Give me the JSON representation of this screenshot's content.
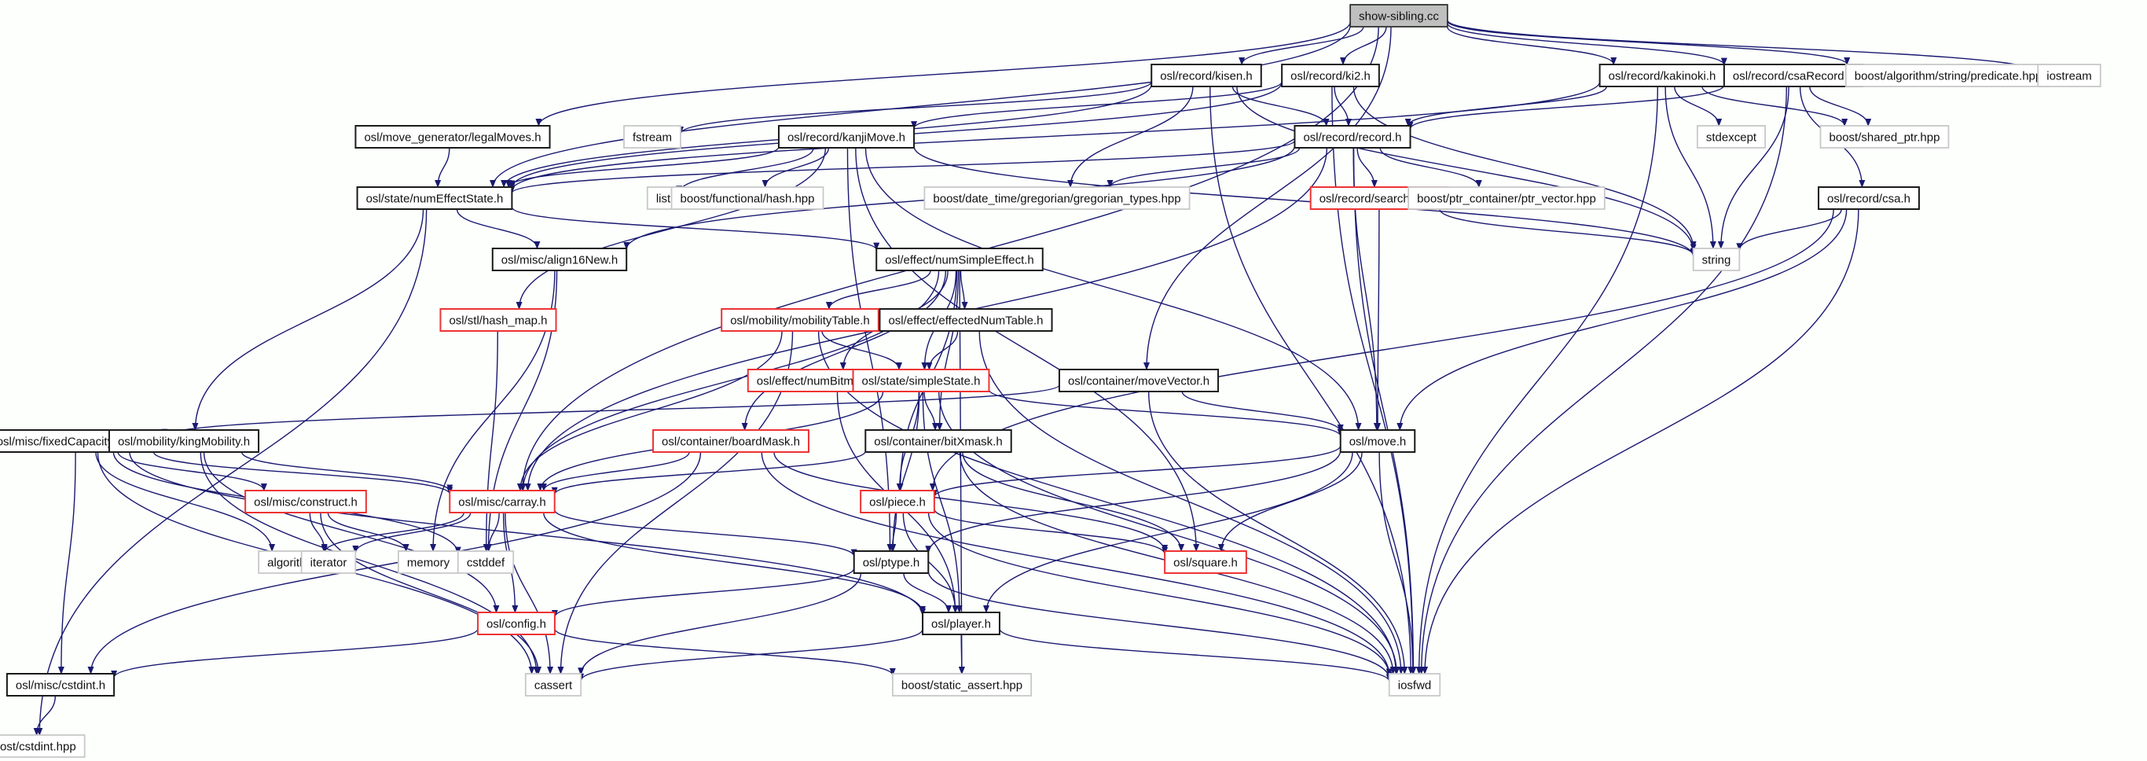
{
  "title": "show-sibling.cc",
  "colors": {
    "edge": "#191970",
    "root_fill": "#bfbfbf",
    "local_border": "#1a1a1a",
    "truncated_border": "#ee3333",
    "external_border": "#c8c8c8"
  },
  "nodes": [
    {
      "id": "root",
      "label": "show-sibling.cc",
      "kind": "root"
    },
    {
      "id": "kisen",
      "label": "osl/record/kisen.h",
      "kind": "local"
    },
    {
      "id": "ki2",
      "label": "osl/record/ki2.h",
      "kind": "local"
    },
    {
      "id": "kakinoki",
      "label": "osl/record/kakinoki.h",
      "kind": "local"
    },
    {
      "id": "csaRecord",
      "label": "osl/record/csaRecord.h",
      "kind": "local"
    },
    {
      "id": "predicate",
      "label": "boost/algorithm/string/predicate.hpp",
      "kind": "external"
    },
    {
      "id": "iostream",
      "label": "iostream",
      "kind": "external"
    },
    {
      "id": "legalMoves",
      "label": "osl/move_generator/legalMoves.h",
      "kind": "local"
    },
    {
      "id": "fstream",
      "label": "fstream",
      "kind": "external"
    },
    {
      "id": "kanjiMove",
      "label": "osl/record/kanjiMove.h",
      "kind": "local"
    },
    {
      "id": "record",
      "label": "osl/record/record.h",
      "kind": "local"
    },
    {
      "id": "stdexcept",
      "label": "stdexcept",
      "kind": "external"
    },
    {
      "id": "shared_ptr",
      "label": "boost/shared_ptr.hpp",
      "kind": "external"
    },
    {
      "id": "numEffectState",
      "label": "osl/state/numEffectState.h",
      "kind": "local"
    },
    {
      "id": "list",
      "label": "list",
      "kind": "external"
    },
    {
      "id": "hash",
      "label": "boost/functional/hash.hpp",
      "kind": "external"
    },
    {
      "id": "gregorian",
      "label": "boost/date_time/gregorian/gregorian_types.hpp",
      "kind": "external"
    },
    {
      "id": "searchInfo",
      "label": "osl/record/searchInfo.h",
      "kind": "truncated"
    },
    {
      "id": "ptr_vector",
      "label": "boost/ptr_container/ptr_vector.hpp",
      "kind": "external"
    },
    {
      "id": "csa",
      "label": "osl/record/csa.h",
      "kind": "local"
    },
    {
      "id": "string",
      "label": "string",
      "kind": "external"
    },
    {
      "id": "align16New",
      "label": "osl/misc/align16New.h",
      "kind": "local"
    },
    {
      "id": "numSimpleEffect",
      "label": "osl/effect/numSimpleEffect.h",
      "kind": "local"
    },
    {
      "id": "hash_map",
      "label": "osl/stl/hash_map.h",
      "kind": "truncated"
    },
    {
      "id": "mobilityTable",
      "label": "osl/mobility/mobilityTable.h",
      "kind": "truncated"
    },
    {
      "id": "effectedNumTable",
      "label": "osl/effect/effectedNumTable.h",
      "kind": "local"
    },
    {
      "id": "numBitmapEffect",
      "label": "osl/effect/numBitmapEffect.h",
      "kind": "truncated"
    },
    {
      "id": "simpleState",
      "label": "osl/state/simpleState.h",
      "kind": "truncated"
    },
    {
      "id": "moveVector",
      "label": "osl/container/moveVector.h",
      "kind": "local"
    },
    {
      "id": "fixedCapacityVector",
      "label": "osl/misc/fixedCapacityVector.h",
      "kind": "local"
    },
    {
      "id": "kingMobility",
      "label": "osl/mobility/kingMobility.h",
      "kind": "local"
    },
    {
      "id": "boardMask",
      "label": "osl/container/boardMask.h",
      "kind": "truncated"
    },
    {
      "id": "bitXmask",
      "label": "osl/container/bitXmask.h",
      "kind": "local"
    },
    {
      "id": "move",
      "label": "osl/move.h",
      "kind": "local"
    },
    {
      "id": "construct",
      "label": "osl/misc/construct.h",
      "kind": "truncated"
    },
    {
      "id": "carray",
      "label": "osl/misc/carray.h",
      "kind": "truncated"
    },
    {
      "id": "piece",
      "label": "osl/piece.h",
      "kind": "truncated"
    },
    {
      "id": "square",
      "label": "osl/square.h",
      "kind": "truncated"
    },
    {
      "id": "algorithm",
      "label": "algorithm",
      "kind": "external"
    },
    {
      "id": "iterator",
      "label": "iterator",
      "kind": "external"
    },
    {
      "id": "memory",
      "label": "memory",
      "kind": "external"
    },
    {
      "id": "cstddef",
      "label": "cstddef",
      "kind": "external"
    },
    {
      "id": "ptype",
      "label": "osl/ptype.h",
      "kind": "local"
    },
    {
      "id": "config",
      "label": "osl/config.h",
      "kind": "truncated"
    },
    {
      "id": "player",
      "label": "osl/player.h",
      "kind": "local"
    },
    {
      "id": "cstdint_h",
      "label": "osl/misc/cstdint.h",
      "kind": "local"
    },
    {
      "id": "cassert",
      "label": "cassert",
      "kind": "external"
    },
    {
      "id": "static_assert",
      "label": "boost/static_assert.hpp",
      "kind": "external"
    },
    {
      "id": "iosfwd",
      "label": "iosfwd",
      "kind": "external"
    },
    {
      "id": "cstdint_hpp",
      "label": "boost/cstdint.hpp",
      "kind": "external"
    }
  ],
  "edges": [
    [
      "root",
      "kisen"
    ],
    [
      "root",
      "ki2"
    ],
    [
      "root",
      "kakinoki"
    ],
    [
      "root",
      "csaRecord"
    ],
    [
      "root",
      "predicate"
    ],
    [
      "root",
      "iostream"
    ],
    [
      "root",
      "legalMoves"
    ],
    [
      "root",
      "numEffectState"
    ],
    [
      "root",
      "carray"
    ],
    [
      "root",
      "moveVector"
    ],
    [
      "kisen",
      "record"
    ],
    [
      "kisen",
      "numEffectState"
    ],
    [
      "kisen",
      "fstream"
    ],
    [
      "kisen",
      "gregorian"
    ],
    [
      "kisen",
      "string"
    ],
    [
      "kisen",
      "iosfwd"
    ],
    [
      "ki2",
      "record"
    ],
    [
      "ki2",
      "kanjiMove"
    ],
    [
      "ki2",
      "numEffectState"
    ],
    [
      "ki2",
      "string"
    ],
    [
      "ki2",
      "iosfwd"
    ],
    [
      "kakinoki",
      "record"
    ],
    [
      "kakinoki",
      "numEffectState"
    ],
    [
      "kakinoki",
      "stdexcept"
    ],
    [
      "kakinoki",
      "shared_ptr"
    ],
    [
      "kakinoki",
      "string"
    ],
    [
      "kakinoki",
      "iosfwd"
    ],
    [
      "csaRecord",
      "record"
    ],
    [
      "csaRecord",
      "csa"
    ],
    [
      "csaRecord",
      "shared_ptr"
    ],
    [
      "csaRecord",
      "string"
    ],
    [
      "csaRecord",
      "iosfwd"
    ],
    [
      "legalMoves",
      "numEffectState"
    ],
    [
      "kanjiMove",
      "numEffectState"
    ],
    [
      "kanjiMove",
      "list"
    ],
    [
      "kanjiMove",
      "hash"
    ],
    [
      "kanjiMove",
      "hash_map"
    ],
    [
      "kanjiMove",
      "string"
    ],
    [
      "kanjiMove",
      "move"
    ],
    [
      "kanjiMove",
      "ptype"
    ],
    [
      "kanjiMove",
      "square"
    ],
    [
      "record",
      "numEffectState"
    ],
    [
      "record",
      "gregorian"
    ],
    [
      "record",
      "searchInfo"
    ],
    [
      "record",
      "ptr_vector"
    ],
    [
      "record",
      "align16New"
    ],
    [
      "record",
      "carray"
    ],
    [
      "record",
      "move"
    ],
    [
      "record",
      "iosfwd"
    ],
    [
      "searchInfo",
      "string"
    ],
    [
      "searchInfo",
      "move"
    ],
    [
      "csa",
      "string"
    ],
    [
      "csa",
      "move"
    ],
    [
      "csa",
      "piece"
    ],
    [
      "csa",
      "iosfwd"
    ],
    [
      "numEffectState",
      "numSimpleEffect"
    ],
    [
      "numEffectState",
      "align16New"
    ],
    [
      "numEffectState",
      "kingMobility"
    ],
    [
      "numEffectState",
      "cstdint_hpp"
    ],
    [
      "align16New",
      "memory"
    ],
    [
      "align16New",
      "cstddef"
    ],
    [
      "numSimpleEffect",
      "mobilityTable"
    ],
    [
      "numSimpleEffect",
      "effectedNumTable"
    ],
    [
      "numSimpleEffect",
      "numBitmapEffect"
    ],
    [
      "numSimpleEffect",
      "simpleState"
    ],
    [
      "numSimpleEffect",
      "boardMask"
    ],
    [
      "numSimpleEffect",
      "bitXmask"
    ],
    [
      "numSimpleEffect",
      "piece"
    ],
    [
      "numSimpleEffect",
      "carray"
    ],
    [
      "numSimpleEffect",
      "static_assert"
    ],
    [
      "hash_map",
      "cstddef"
    ],
    [
      "mobilityTable",
      "simpleState"
    ],
    [
      "mobilityTable",
      "carray"
    ],
    [
      "mobilityTable",
      "cassert"
    ],
    [
      "mobilityTable",
      "iosfwd"
    ],
    [
      "effectedNumTable",
      "simpleState"
    ],
    [
      "effectedNumTable",
      "iosfwd"
    ],
    [
      "numBitmapEffect",
      "player"
    ],
    [
      "simpleState",
      "carray"
    ],
    [
      "simpleState",
      "bitXmask"
    ],
    [
      "simpleState",
      "move"
    ],
    [
      "simpleState",
      "piece"
    ],
    [
      "simpleState",
      "ptype"
    ],
    [
      "simpleState",
      "player"
    ],
    [
      "simpleState",
      "iosfwd"
    ],
    [
      "moveVector",
      "move"
    ],
    [
      "moveVector",
      "fixedCapacityVector"
    ],
    [
      "moveVector",
      "iosfwd"
    ],
    [
      "fixedCapacityVector",
      "carray"
    ],
    [
      "fixedCapacityVector",
      "construct"
    ],
    [
      "fixedCapacityVector",
      "algorithm"
    ],
    [
      "fixedCapacityVector",
      "cassert"
    ],
    [
      "fixedCapacityVector",
      "cstdint_h"
    ],
    [
      "fixedCapacityVector",
      "cstddef"
    ],
    [
      "fixedCapacityVector",
      "player"
    ],
    [
      "kingMobility",
      "carray"
    ],
    [
      "kingMobility",
      "config"
    ],
    [
      "kingMobility",
      "cassert"
    ],
    [
      "boardMask",
      "carray"
    ],
    [
      "boardMask",
      "square"
    ],
    [
      "boardMask",
      "cstdint_h"
    ],
    [
      "boardMask",
      "iosfwd"
    ],
    [
      "bitXmask",
      "carray"
    ],
    [
      "bitXmask",
      "square"
    ],
    [
      "bitXmask",
      "iosfwd"
    ],
    [
      "move",
      "piece"
    ],
    [
      "move",
      "square"
    ],
    [
      "move",
      "ptype"
    ],
    [
      "move",
      "player"
    ],
    [
      "move",
      "iosfwd"
    ],
    [
      "construct",
      "iterator"
    ],
    [
      "construct",
      "memory"
    ],
    [
      "construct",
      "cassert"
    ],
    [
      "carray",
      "algorithm"
    ],
    [
      "carray",
      "iterator"
    ],
    [
      "carray",
      "cstddef"
    ],
    [
      "carray",
      "ptype"
    ],
    [
      "carray",
      "config"
    ],
    [
      "carray",
      "cassert"
    ],
    [
      "carray",
      "player"
    ],
    [
      "piece",
      "square"
    ],
    [
      "piece",
      "ptype"
    ],
    [
      "piece",
      "player"
    ],
    [
      "piece",
      "iosfwd"
    ],
    [
      "ptype",
      "player"
    ],
    [
      "ptype",
      "config"
    ],
    [
      "ptype",
      "cassert"
    ],
    [
      "ptype",
      "iosfwd"
    ],
    [
      "config",
      "cstdint_h"
    ],
    [
      "config",
      "static_assert"
    ],
    [
      "player",
      "cassert"
    ],
    [
      "player",
      "static_assert"
    ],
    [
      "player",
      "iosfwd"
    ],
    [
      "cstdint_h",
      "cstdint_hpp"
    ]
  ]
}
